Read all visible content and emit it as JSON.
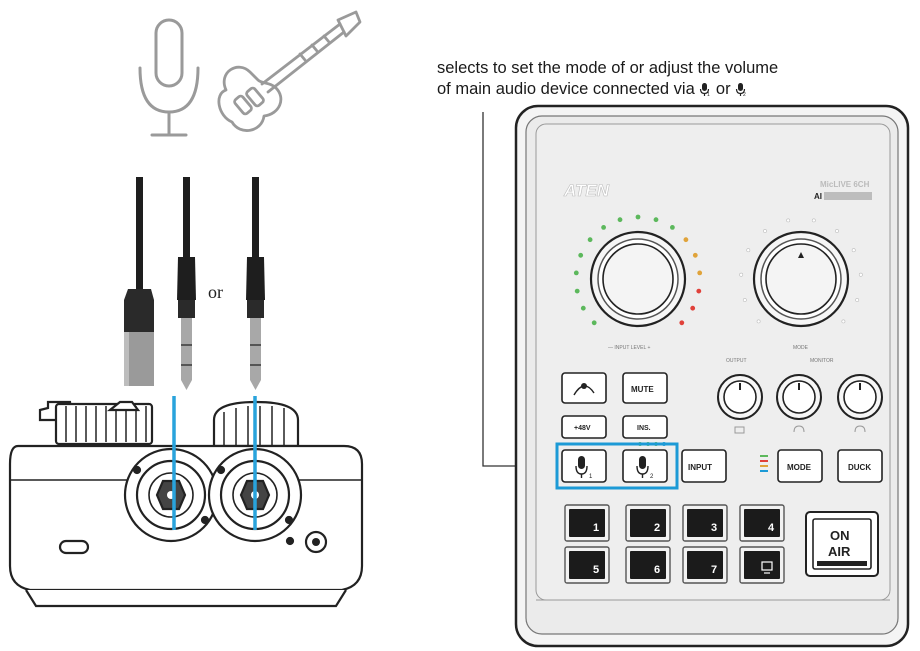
{
  "caption": {
    "line1": "selects to set the mode of or adjust the volume",
    "line2_prefix": "of main audio device connected via ",
    "line2_or": " or "
  },
  "connector_label": "or",
  "controller": {
    "brand": "ATEN",
    "model_line1": "MicLIVE 6CH",
    "model_line2": "AI",
    "knob_labels": {
      "input_level": "— INPUT LEVEL +",
      "mode": "MODE",
      "output": "OUTPUT",
      "monitor": "MONITOR"
    },
    "buttons": {
      "mute": "MUTE",
      "phantom": "+48V",
      "inst": "INS.",
      "input": "INPUT",
      "mode": "MODE",
      "duck": "DUCK"
    },
    "pads": [
      "1",
      "2",
      "3",
      "4",
      "5",
      "6",
      "7"
    ],
    "on_air": {
      "line1": "ON",
      "line2": "AIR"
    }
  },
  "colors": {
    "highlight": "#1c9ad6",
    "cable_highlight": "#29a3dc",
    "device_fill": "#ececec",
    "pad_fill": "#1b1b1b",
    "led_green": "#5cb85c",
    "led_red": "#e0413a"
  }
}
